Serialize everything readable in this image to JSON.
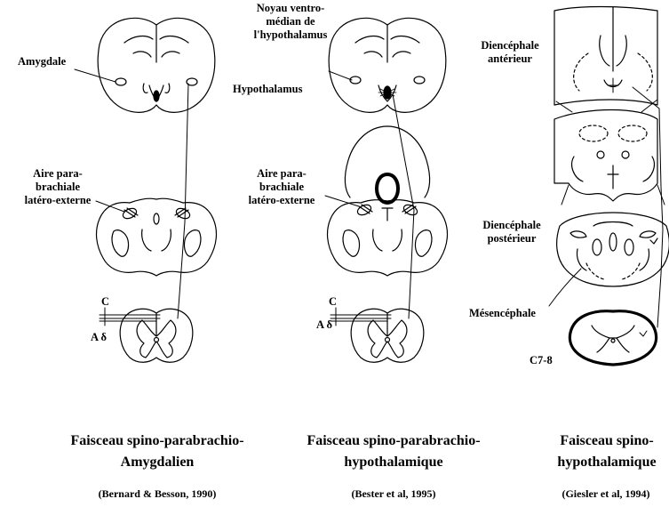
{
  "labels": {
    "amygdale": "Amygdale",
    "aire_1": "Aire para-",
    "aire_2": "brachiale",
    "aire_3": "latéro-externe",
    "c": "C",
    "adelta": "A δ",
    "noyau_1": "Noyau ventro-",
    "noyau_2": "médian de",
    "noyau_3": "l'hypothalamus",
    "hypothalamus": "Hypothalamus",
    "dien_ant_1": "Diencéphale",
    "dien_ant_2": "antérieur",
    "dien_post_1": "Diencéphale",
    "dien_post_2": "postérieur",
    "mesencephale": "Mésencéphale",
    "c78": "C7-8"
  },
  "panels": [
    {
      "title_1": "Faisceau spino-parabrachio-",
      "title_2": "Amygdalien",
      "ref": "(Bernard & Besson, 1990)"
    },
    {
      "title_1": "Faisceau spino-parabrachio-",
      "title_2": "hypothalamique",
      "ref": "(Bester et al, 1995)"
    },
    {
      "title_1": "Faisceau spino-",
      "title_2": "hypothalamique",
      "ref": "(Giesler et al, 1994)"
    }
  ]
}
